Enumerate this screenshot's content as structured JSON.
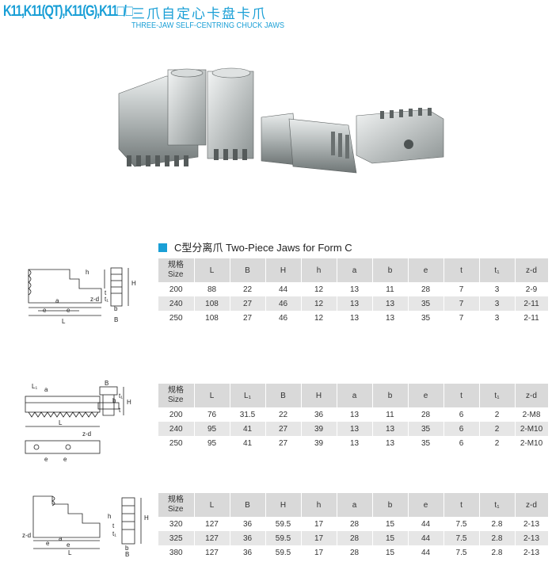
{
  "header": {
    "model": "K11,K11(QT),K11(G),K11□/□",
    "title_cn": "三爪自定心卡盘卡爪",
    "title_en": "THREE-JAW SELF-CENTRING CHUCK JAWS"
  },
  "section": {
    "label": "C型分离爪  Two-Piece Jaws for Form C"
  },
  "tables": [
    {
      "headers": [
        "规格\nSize",
        "L",
        "B",
        "H",
        "h",
        "a",
        "b",
        "e",
        "t",
        "t₁",
        "z-d"
      ],
      "rows": [
        [
          "200",
          "88",
          "22",
          "44",
          "12",
          "13",
          "11",
          "28",
          "7",
          "3",
          "2-9"
        ],
        [
          "240",
          "108",
          "27",
          "46",
          "12",
          "13",
          "13",
          "35",
          "7",
          "3",
          "2-11"
        ],
        [
          "250",
          "108",
          "27",
          "46",
          "12",
          "13",
          "13",
          "35",
          "7",
          "3",
          "2-11"
        ]
      ]
    },
    {
      "headers": [
        "规格\nSize",
        "L",
        "L₁",
        "B",
        "H",
        "a",
        "b",
        "e",
        "t",
        "t₁",
        "z-d"
      ],
      "rows": [
        [
          "200",
          "76",
          "31.5",
          "22",
          "36",
          "13",
          "11",
          "28",
          "6",
          "2",
          "2-M8"
        ],
        [
          "240",
          "95",
          "41",
          "27",
          "39",
          "13",
          "13",
          "35",
          "6",
          "2",
          "2-M10"
        ],
        [
          "250",
          "95",
          "41",
          "27",
          "39",
          "13",
          "13",
          "35",
          "6",
          "2",
          "2-M10"
        ]
      ]
    },
    {
      "headers": [
        "规格\nSize",
        "L",
        "B",
        "H",
        "h",
        "a",
        "b",
        "e",
        "t",
        "t₁",
        "z-d"
      ],
      "rows": [
        [
          "320",
          "127",
          "36",
          "59.5",
          "17",
          "28",
          "15",
          "44",
          "7.5",
          "2.8",
          "2-13"
        ],
        [
          "325",
          "127",
          "36",
          "59.5",
          "17",
          "28",
          "15",
          "44",
          "7.5",
          "2.8",
          "2-13"
        ],
        [
          "380",
          "127",
          "36",
          "59.5",
          "17",
          "28",
          "15",
          "44",
          "7.5",
          "2.8",
          "2-13"
        ]
      ]
    }
  ],
  "drawing_labels": {
    "d1": [
      "h",
      "H",
      "t",
      "t₁",
      "b",
      "a",
      "z-d",
      "e",
      "e",
      "L",
      "B"
    ],
    "d2": [
      "L₁",
      "a",
      "L",
      "z-d",
      "e",
      "e",
      "B",
      "b",
      "H",
      "t₁",
      "t"
    ],
    "d3": [
      "z-d",
      "e",
      "a",
      "e",
      "L",
      "h",
      "H",
      "t",
      "t₁",
      "b",
      "B"
    ]
  }
}
